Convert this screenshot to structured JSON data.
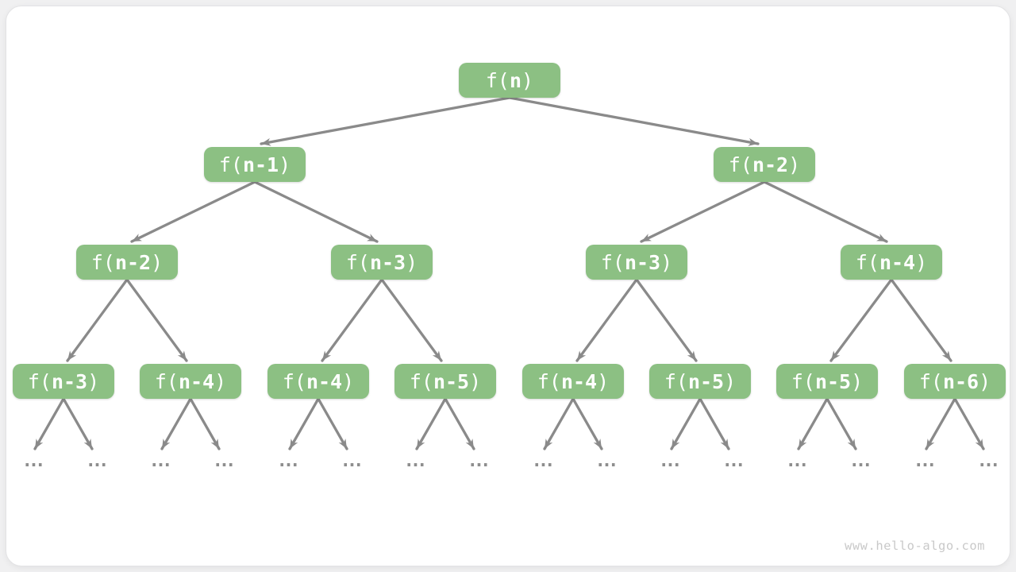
{
  "colors": {
    "node_fill": "#8CC083",
    "node_text": "#FFFFFF",
    "arrow": "#8A8A8A",
    "ellipsis": "#8E8E8E",
    "watermark": "#C9C9C9"
  },
  "watermark": "www.hello-algo.com",
  "ellipsis": "...",
  "nodes": [
    {
      "pre": "f(",
      "arg": "n",
      "post": ")"
    },
    {
      "pre": "f(",
      "arg": "n-1",
      "post": ")"
    },
    {
      "pre": "f(",
      "arg": "n-2",
      "post": ")"
    },
    {
      "pre": "f(",
      "arg": "n-2",
      "post": ")"
    },
    {
      "pre": "f(",
      "arg": "n-3",
      "post": ")"
    },
    {
      "pre": "f(",
      "arg": "n-3",
      "post": ")"
    },
    {
      "pre": "f(",
      "arg": "n-4",
      "post": ")"
    },
    {
      "pre": "f(",
      "arg": "n-3",
      "post": ")"
    },
    {
      "pre": "f(",
      "arg": "n-4",
      "post": ")"
    },
    {
      "pre": "f(",
      "arg": "n-4",
      "post": ")"
    },
    {
      "pre": "f(",
      "arg": "n-5",
      "post": ")"
    },
    {
      "pre": "f(",
      "arg": "n-4",
      "post": ")"
    },
    {
      "pre": "f(",
      "arg": "n-5",
      "post": ")"
    },
    {
      "pre": "f(",
      "arg": "n-5",
      "post": ")"
    },
    {
      "pre": "f(",
      "arg": "n-6",
      "post": ")"
    }
  ]
}
